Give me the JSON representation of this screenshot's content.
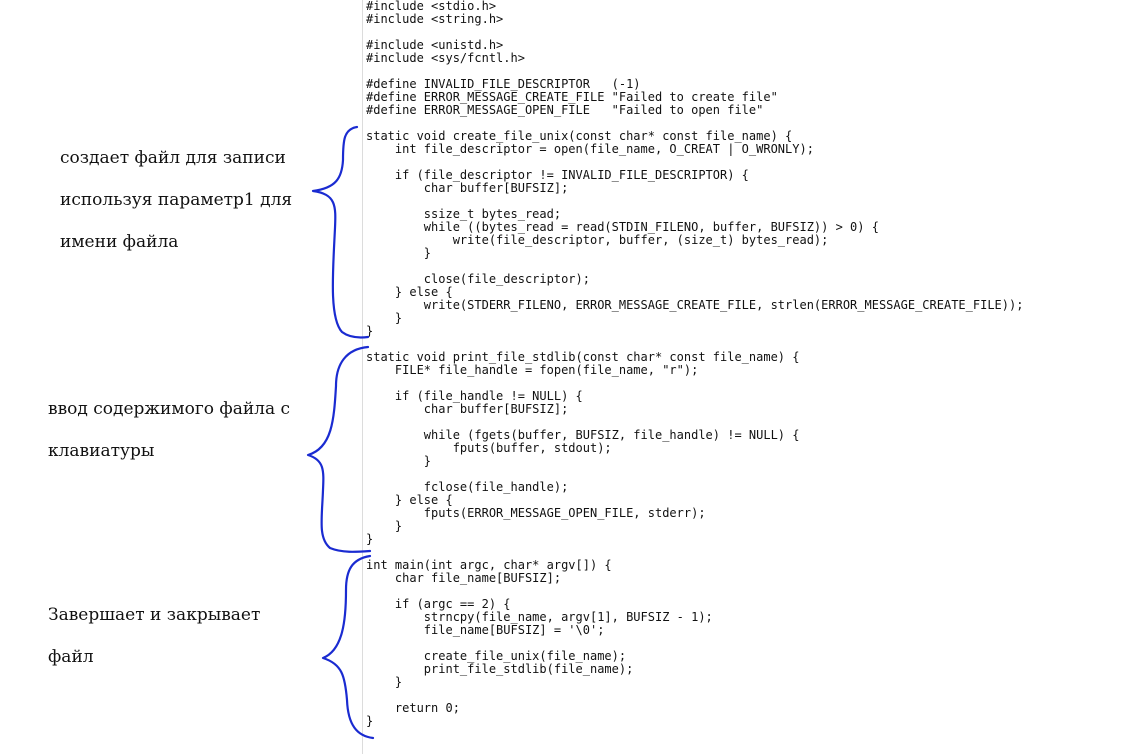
{
  "code_lines": [
    "#include <stdio.h>",
    "#include <string.h>",
    "",
    "#include <unistd.h>",
    "#include <sys/fcntl.h>",
    "",
    "#define INVALID_FILE_DESCRIPTOR   (-1)",
    "#define ERROR_MESSAGE_CREATE_FILE \"Failed to create file\"",
    "#define ERROR_MESSAGE_OPEN_FILE   \"Failed to open file\"",
    "",
    "static void create_file_unix(const char* const file_name) {",
    "    int file_descriptor = open(file_name, O_CREAT | O_WRONLY);",
    "",
    "    if (file_descriptor != INVALID_FILE_DESCRIPTOR) {",
    "        char buffer[BUFSIZ];",
    "",
    "        ssize_t bytes_read;",
    "        while ((bytes_read = read(STDIN_FILENO, buffer, BUFSIZ)) > 0) {",
    "            write(file_descriptor, buffer, (size_t) bytes_read);",
    "        }",
    "",
    "        close(file_descriptor);",
    "    } else {",
    "        write(STDERR_FILENO, ERROR_MESSAGE_CREATE_FILE, strlen(ERROR_MESSAGE_CREATE_FILE));",
    "    }",
    "}",
    "",
    "static void print_file_stdlib(const char* const file_name) {",
    "    FILE* file_handle = fopen(file_name, \"r\");",
    "",
    "    if (file_handle != NULL) {",
    "        char buffer[BUFSIZ];",
    "",
    "        while (fgets(buffer, BUFSIZ, file_handle) != NULL) {",
    "            fputs(buffer, stdout);",
    "        }",
    "",
    "        fclose(file_handle);",
    "    } else {",
    "        fputs(ERROR_MESSAGE_OPEN_FILE, stderr);",
    "    }",
    "}",
    "",
    "int main(int argc, char* argv[]) {",
    "    char file_name[BUFSIZ];",
    "",
    "    if (argc == 2) {",
    "        strncpy(file_name, argv[1], BUFSIZ - 1);",
    "        file_name[BUFSIZ] = '\\0';",
    "",
    "        create_file_unix(file_name);",
    "        print_file_stdlib(file_name);",
    "    }",
    "",
    "    return 0;",
    "}"
  ],
  "annotations": [
    {
      "lines": [
        "создает файл для записи",
        "используя параметр1 для",
        "имени файла"
      ]
    },
    {
      "lines": [
        "ввод  содержимого файла с",
        "клавиатуры"
      ]
    },
    {
      "lines": [
        "Завершает и закрывает",
        "файл"
      ]
    }
  ],
  "colors": {
    "text": "#111111",
    "brace": "#1a2bd1",
    "gutter": "#dcdcdc"
  }
}
